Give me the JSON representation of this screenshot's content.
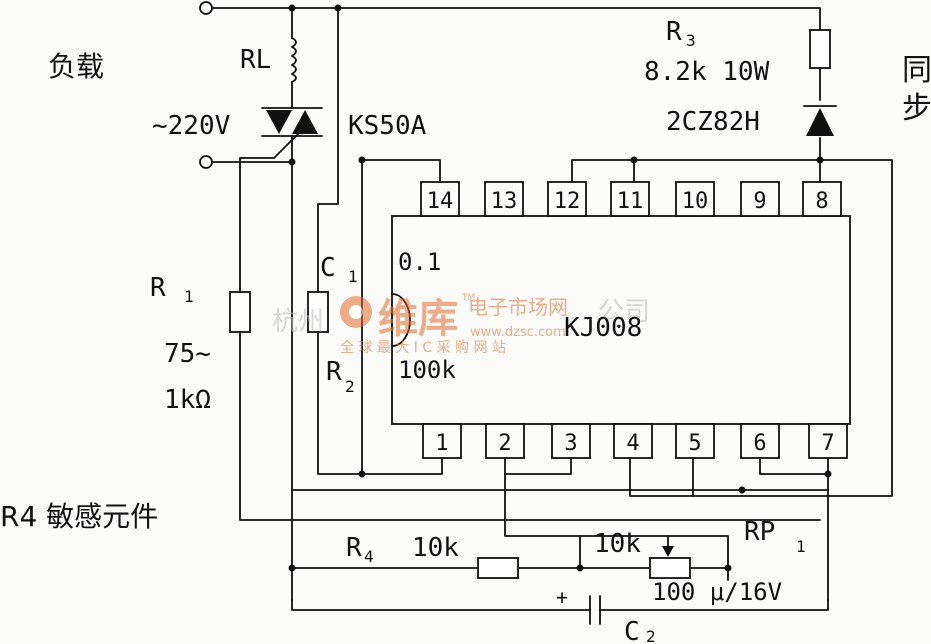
{
  "labels": {
    "load": "负载",
    "rl": "RL",
    "voltage": "~220V",
    "triac": "KS50A",
    "r3": "R",
    "r3_sub": "3",
    "r3_value": "8.2k  10W",
    "diode": "2CZ82H",
    "sync_1": "同",
    "sync_2": "步",
    "r1": "R",
    "r1_sub": "1",
    "r1_value_1": "75~",
    "r1_value_2": "1kΩ",
    "c1": "C",
    "c1_sub": "1",
    "c1_value": "0.1",
    "r2": "R",
    "r2_sub": "2",
    "r2_value": "100k",
    "ic": "KJ008",
    "r4_desc": "R4 敏感元件",
    "r4": "R",
    "r4_sub": "4",
    "r4_value": "10k",
    "rp1_value": "10k",
    "rp1": "RP",
    "rp1_sub": "1",
    "c2_value": "100 μ/16V",
    "c2_plus": "+",
    "c2": "C",
    "c2_sub": "2"
  },
  "ic_pins_top": [
    "14",
    "13",
    "12",
    "11",
    "10",
    "9",
    "8"
  ],
  "ic_pins_bottom": [
    "1",
    "2",
    "3",
    "4",
    "5",
    "6",
    "7"
  ],
  "watermark": {
    "brand": "维库",
    "site_cn": "电子市场网",
    "url": "www.dzsc.com",
    "slogan": "全 球 最 大 I C 采 购 网 站",
    "company_left": "杭州",
    "company_right": "公司",
    "tm": "TM"
  }
}
